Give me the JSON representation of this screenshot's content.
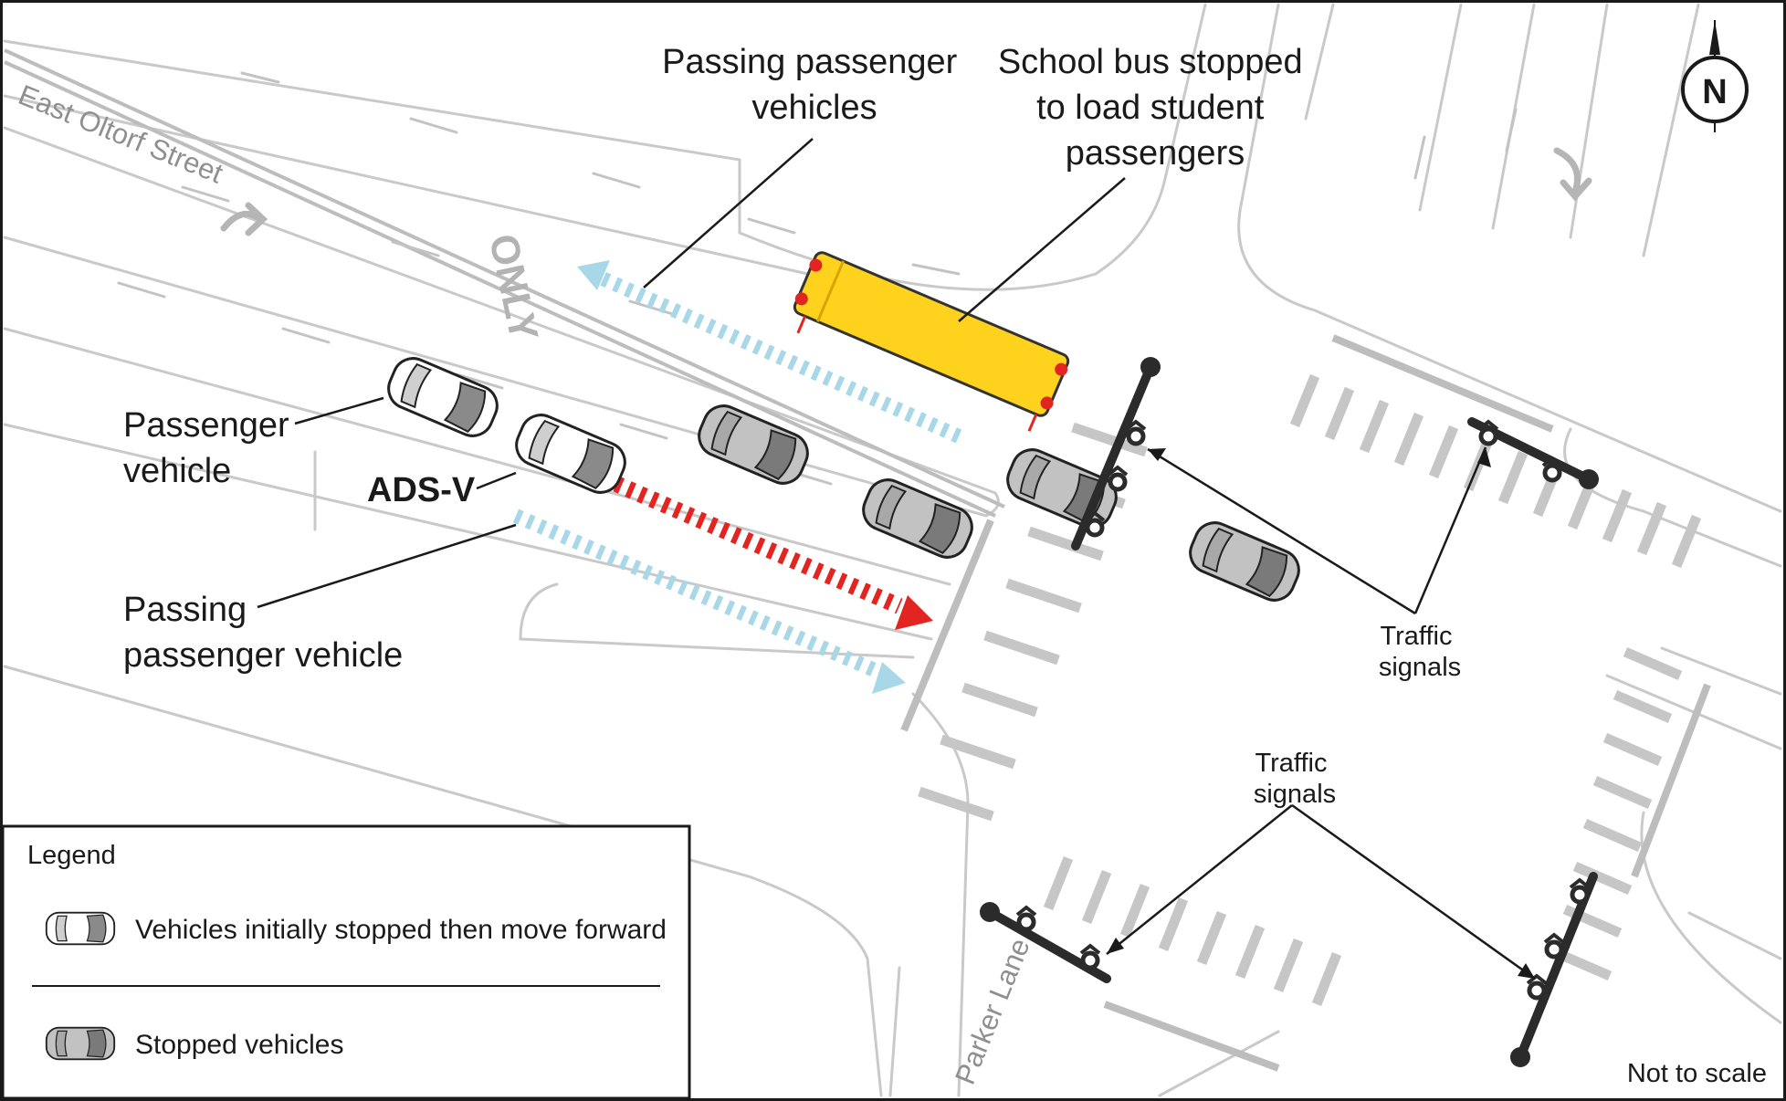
{
  "labels": {
    "passing_vehicles_top": [
      "Passing passenger",
      "vehicles"
    ],
    "school_bus": [
      "School bus stopped",
      "to load student",
      "passengers"
    ],
    "passenger_vehicle": [
      "Passenger",
      "vehicle"
    ],
    "ads_v": "ADS-V",
    "passing_vehicle_bottom": [
      "Passing",
      "passenger vehicle"
    ],
    "traffic_signals_right": [
      "Traffic",
      "signals"
    ],
    "traffic_signals_bottom": [
      "Traffic",
      "signals"
    ],
    "street_east_oltorf": "East Oltorf Street",
    "street_parker": "Parker Lane",
    "lane_marking": "ONLY",
    "north": "N",
    "not_to_scale": "Not to scale"
  },
  "legend": {
    "title": "Legend",
    "items": [
      {
        "label": "Vehicles initially stopped then move forward",
        "icon": "white-car-icon"
      },
      {
        "label": "Stopped vehicles",
        "icon": "gray-car-icon"
      }
    ]
  },
  "colors": {
    "road_line": "#c6c6c6",
    "crosswalk": "#c8c8c8",
    "bus": "#ffd21e",
    "ads_path": "#e32521",
    "passing_path": "#a8d8e8",
    "stopped_car": "#bdbdbd",
    "signal": "#2b2b2b"
  }
}
